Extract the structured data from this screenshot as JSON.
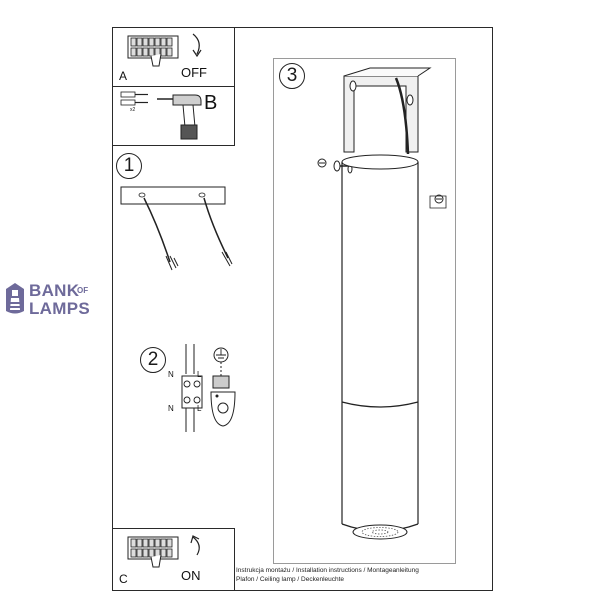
{
  "brand": {
    "line1": "BANK",
    "of": "OF",
    "line2": "LAMPS",
    "color": "#6e6a9a"
  },
  "steps": {
    "a": {
      "letter": "A",
      "switch_text": "OFF"
    },
    "b": {
      "letter": "B",
      "count": "x2"
    },
    "c": {
      "letter": "C",
      "switch_text": "ON"
    },
    "one": "1",
    "two": "2",
    "three": "3"
  },
  "wiring": {
    "n_top": "N",
    "l_top": "L",
    "n_bottom": "N",
    "l_bottom": "L"
  },
  "caption": {
    "line1": "Instrukcja montażu / Installation instructions / Montageanleitung",
    "line2": "Plafon / Ceiling lamp / Deckenleuchte"
  }
}
